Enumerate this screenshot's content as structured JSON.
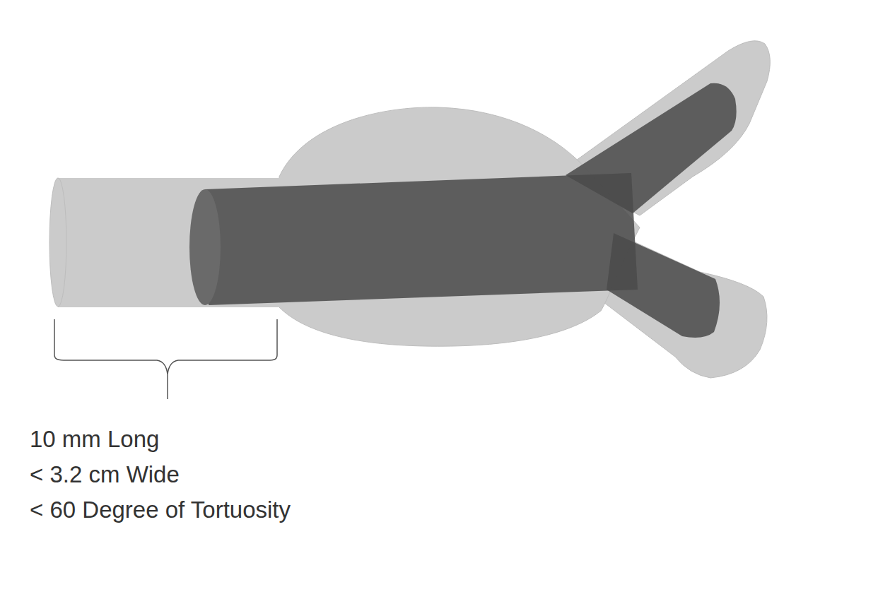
{
  "diagram": {
    "labels": [
      "10 mm Long",
      "< 3.2 cm Wide",
      "< 60 Degree of Tortuosity"
    ]
  }
}
